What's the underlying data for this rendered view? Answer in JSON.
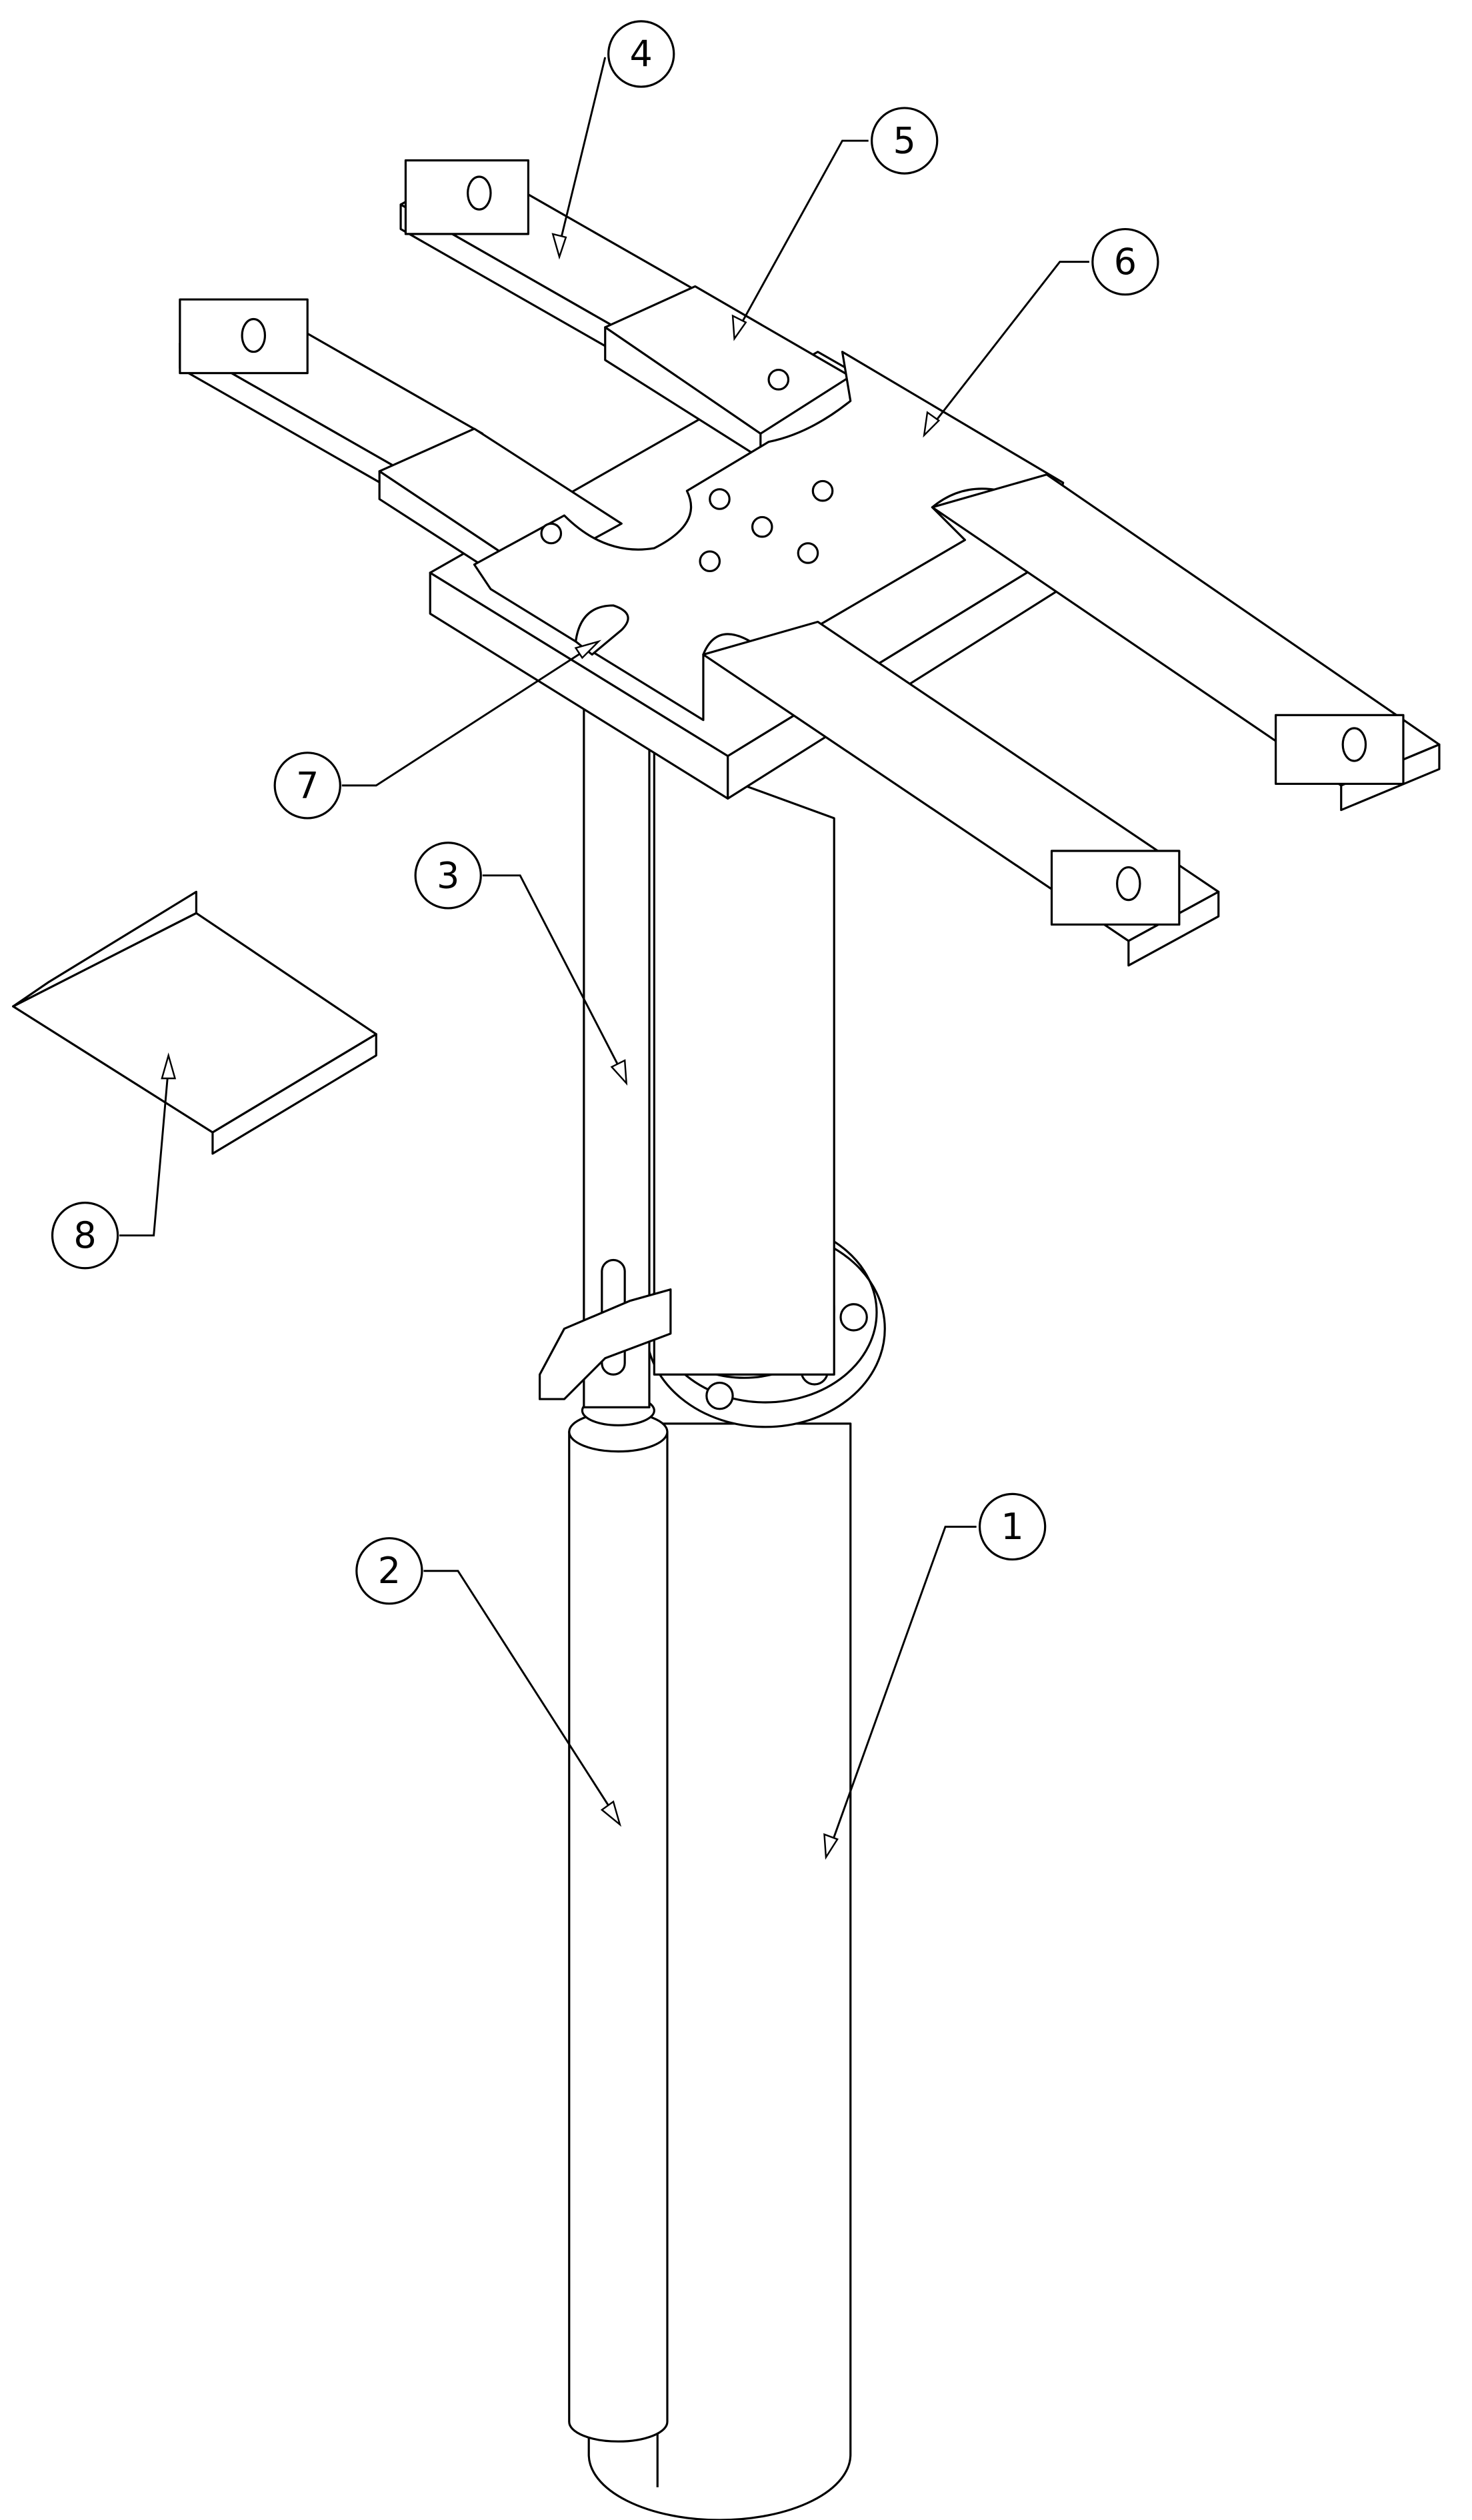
{
  "figure": {
    "callouts": [
      {
        "id": "1",
        "label": "1"
      },
      {
        "id": "2",
        "label": "2"
      },
      {
        "id": "3",
        "label": "3"
      },
      {
        "id": "4",
        "label": "4"
      },
      {
        "id": "5",
        "label": "5"
      },
      {
        "id": "6",
        "label": "6"
      },
      {
        "id": "7",
        "label": "7"
      },
      {
        "id": "8",
        "label": "8"
      }
    ],
    "line_color": "#000000",
    "background": "#ffffff"
  }
}
